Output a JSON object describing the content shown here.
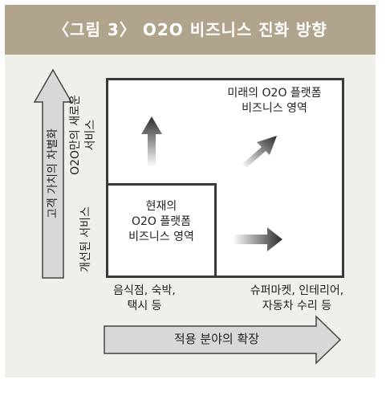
{
  "title": "〈그림 3〉 O2O 비즈니스 진화 방향",
  "y_axis_label": "고객 가치의 차별화",
  "x_axis_label": "적용 분야의 확장",
  "y_side_labels": {
    "upper": [
      "O2O만의 새로운",
      "서비스"
    ],
    "lower": "개선된 서비스"
  },
  "x_side_labels": {
    "left": [
      "음식점, 숙박,",
      "택시 등"
    ],
    "right": [
      "슈퍼마켓, 인테리어,",
      "자동차 수리 등"
    ]
  },
  "future_box_label": [
    "미래의 O2O 플랫폼",
    "비즈니스 영역"
  ],
  "present_box_label": [
    "현재의",
    "O2O 플랫폼",
    "비즈니스 영역"
  ],
  "colors": {
    "title_bar": "#b1a48c",
    "panel": "#f1efea",
    "axis_arrow": "#d8d8d8",
    "box_border": "#3a3a3a"
  }
}
